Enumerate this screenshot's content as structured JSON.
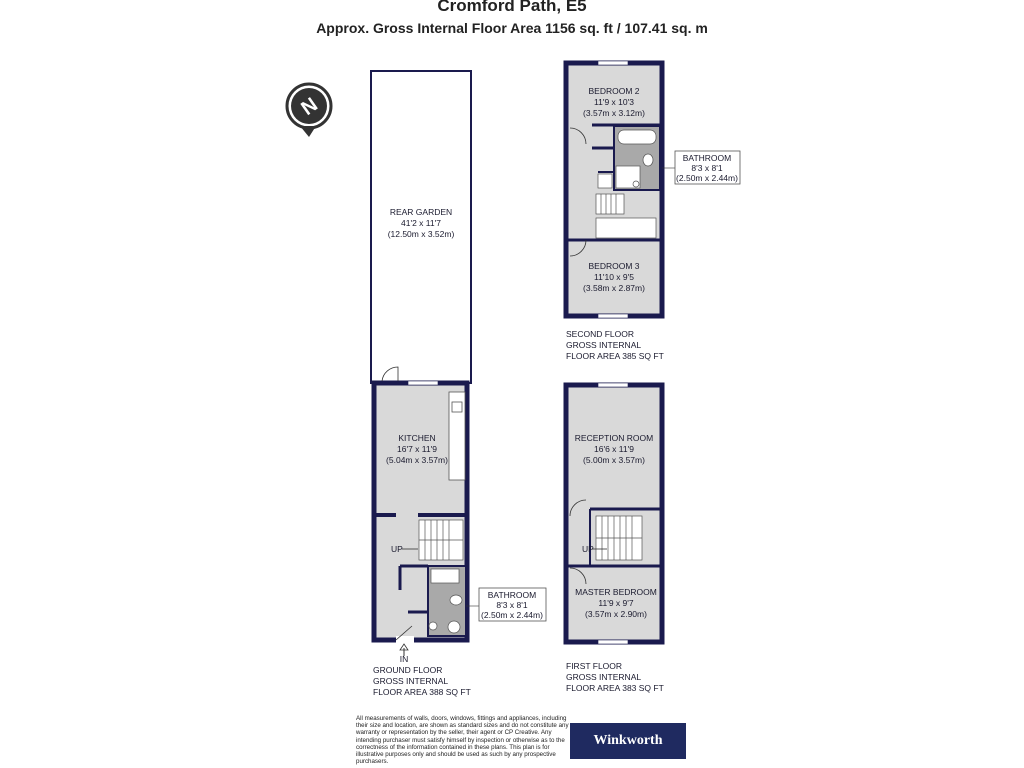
{
  "header": {
    "title": "Cromford Path, E5",
    "subtitle": "Approx. Gross Internal Floor Area 1156 sq. ft / 107.41 sq. m"
  },
  "compass": {
    "icon": "north-arrow-icon",
    "glyph": "N"
  },
  "rooms": {
    "rear_garden": {
      "name": "REAR GARDEN",
      "imperial": "41'2 x 11'7",
      "metric": "(12.50m x 3.52m)"
    },
    "kitchen": {
      "name": "KITCHEN",
      "imperial": "16'7 x 11'9",
      "metric": "(5.04m x 3.57m)"
    },
    "ground_bathroom": {
      "name": "BATHROOM",
      "imperial": "8'3 x 8'1",
      "metric": "(2.50m x 2.44m)"
    },
    "bedroom_2": {
      "name": "BEDROOM 2",
      "imperial": "11'9 x 10'3",
      "metric": "(3.57m x 3.12m)"
    },
    "second_bathroom": {
      "name": "BATHROOM",
      "imperial": "8'3 x 8'1",
      "metric": "(2.50m x 2.44m)"
    },
    "bedroom_3": {
      "name": "BEDROOM 3",
      "imperial": "11'10 x 9'5",
      "metric": "(3.58m x 2.87m)"
    },
    "reception_room": {
      "name": "RECEPTION ROOM",
      "imperial": "16'6 x 11'9",
      "metric": "(5.00m x 3.57m)"
    },
    "master_bedroom": {
      "name": "MASTER BEDROOM",
      "imperial": "11'9 x 9'7",
      "metric": "(3.57m x 2.90m)"
    }
  },
  "stairs": {
    "up_label": "UP"
  },
  "entrance": {
    "label": "IN"
  },
  "floors": {
    "ground": {
      "line1": "GROUND FLOOR",
      "line2": "GROSS INTERNAL",
      "line3": "FLOOR AREA 388 SQ FT"
    },
    "first": {
      "line1": "FIRST FLOOR",
      "line2": "GROSS INTERNAL",
      "line3": "FLOOR AREA 383 SQ FT"
    },
    "second": {
      "line1": "SECOND FLOOR",
      "line2": "GROSS INTERNAL",
      "line3": "FLOOR AREA 385 SQ FT"
    }
  },
  "disclaimer": "All measurements of walls, doors, windows, fittings and appliances, including their size and location, are shown as standard sizes and do not constitute any warranty or representation by the seller, their agent or CP Creative. Any intending purchaser must satisfy himself by inspection or otherwise as to the correctness of the information contained in these plans. This plan is for illustrative purposes only and should be used as such by any prospective purchasers.",
  "brand": {
    "name": "Winkworth"
  },
  "colors": {
    "wall": "#1a1a4e",
    "room_fill": "#d9d9d9",
    "bathroom_fill": "#a9a9a9",
    "brand_bg": "#1f2a60"
  }
}
